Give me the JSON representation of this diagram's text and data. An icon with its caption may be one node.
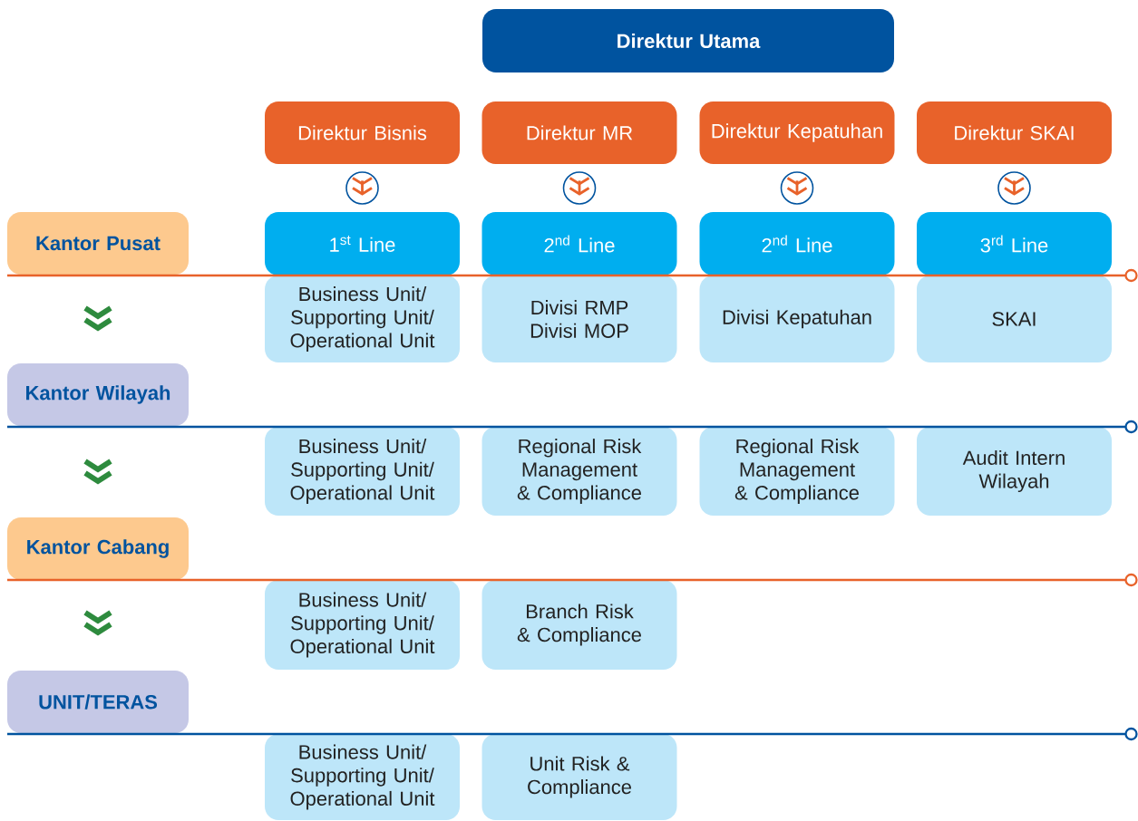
{
  "diagram": {
    "nodes": [
      {
        "text": [
          "Direktur Utama"
        ]
      },
      {
        "text": [
          "Direktur Bisnis"
        ]
      },
      {
        "text": [
          "Direktur MR"
        ]
      },
      {
        "text": [
          "Direktur Kepatuhan"
        ]
      },
      {
        "text": [
          "Direktur SKAI"
        ]
      },
      {
        "text": [
          "Kantor Pusat"
        ]
      },
      {
        "text": [
          "1$^{st}$ Line"
        ]
      },
      {
        "text": [
          "2$^{nd}$ Line"
        ]
      },
      {
        "text": [
          "2$^{nd}$ Line"
        ]
      },
      {
        "text": [
          "3$^{rd}$ Line"
        ]
      },
      {
        "text": [
          "Business Unit/ Supporting Unit/ Operational Unit"
        ]
      },
      {
        "text": [
          "Divisi RMP",
          "Divisi MOP"
        ]
      },
      {
        "text": [
          "Divisi Kepatuhan"
        ]
      },
      {
        "text": [
          "SKAI"
        ]
      },
      {
        "text": [
          "Kantor Wilayah"
        ]
      },
      {
        "text": [
          "Business Unit/ Supporting Unit/ Operational Unit"
        ]
      },
      {
        "text": [
          "Regional Risk Management & Compliance"
        ]
      },
      {
        "text": [
          "Regional Risk Management & Compliance"
        ]
      },
      {
        "text": [
          "Audit Intern Wilayah"
        ]
      },
      {
        "text": [
          "Kantor Cabang"
        ]
      },
      {
        "text": [
          "Business Unit/ Supporting Unit/ Operational Unit"
        ]
      },
      {
        "text": [
          "Branch Risk & Compliance"
        ]
      },
      {
        "text": [
          "UNIT/TERAS"
        ]
      },
      {
        "text": [
          "Business Unit/ Supporting Unit/ Operational Unit"
        ]
      },
      {
        "text": [
          "Unit Risk & Compliance"
        ]
      }
    ],
    "edges": [
      {
        "from": 1,
        "to": 6,
        "arrow": "to"
      },
      {
        "from": 2,
        "to": 7,
        "arrow": "to"
      },
      {
        "from": 3,
        "to": 8,
        "arrow": "to"
      },
      {
        "from": 4,
        "to": 9,
        "arrow": "to"
      }
    ]
  }
}
